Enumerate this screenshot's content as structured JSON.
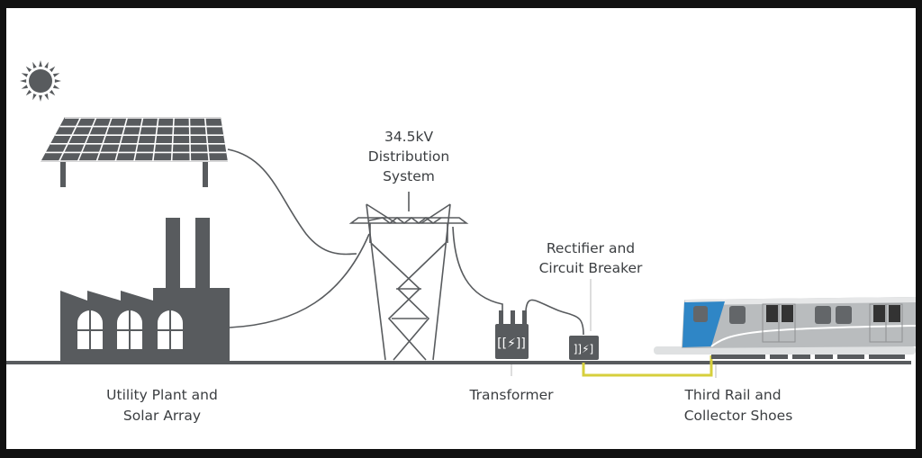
{
  "labels": {
    "distribution": [
      "34.5kV",
      "Distribution",
      "System"
    ],
    "rectifier": [
      "Rectifier and",
      "Circuit Breaker"
    ],
    "utility": [
      "Utility Plant and",
      "Solar Array"
    ],
    "transformer": "Transformer",
    "third_rail": [
      "Third Rail and",
      "Collector Shoes"
    ]
  },
  "colors": {
    "ink": "#585b5e",
    "third_rail": "#d6cf3c",
    "train_nose": "#2f86c6",
    "train_body": "#b9bcbe"
  },
  "icons": [
    "sun-icon",
    "solar-panel-icon",
    "factory-icon",
    "transmission-tower-icon",
    "transformer-icon",
    "rectifier-icon",
    "train-icon"
  ]
}
